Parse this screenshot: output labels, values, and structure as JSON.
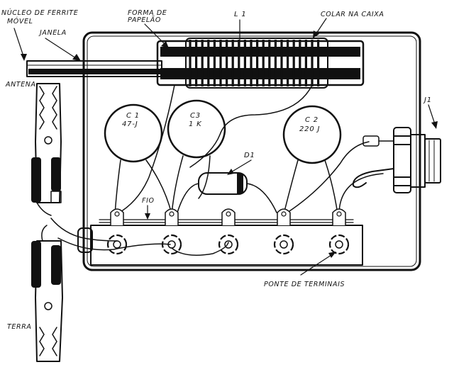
{
  "labels": {
    "nucleo_line1": "NÚCLEO DE FERRITE",
    "nucleo_line2": "MÓVEL",
    "janela": "JANELA",
    "forma_line1": "FORMA DE",
    "forma_line2": "PAPELÃO",
    "l1": "L 1",
    "colar": "COLAR NA CAIXA",
    "j1": "J1",
    "antena": "ANTENA",
    "terra": "TERRA",
    "c1_line1": "C 1",
    "c1_line2": "47-J",
    "c3_line1": "C3",
    "c3_line2": "1 K",
    "c2_line1": "C 2",
    "c2_line2": "220 J",
    "d1": "D1",
    "fio": "FIO",
    "ponte": "PONTE DE TERMINAIS"
  },
  "colors": {
    "ink": "#111111",
    "paper": "#ffffff"
  }
}
